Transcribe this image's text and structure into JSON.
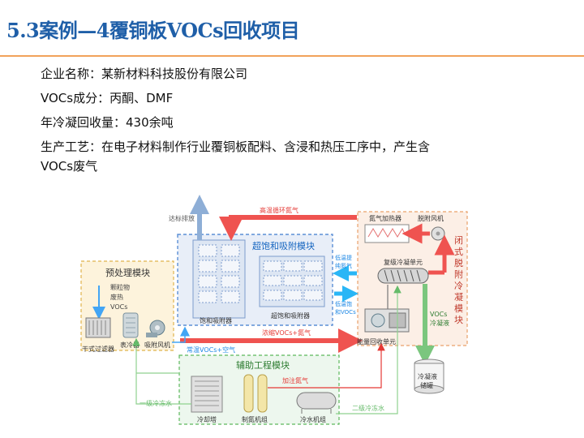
{
  "title": "5.3案例—4覆铜板VOCs回收项目",
  "info": {
    "company": "企业名称：某新材料科技股份有限公司",
    "components": "VOCs成分：丙酮、DMF",
    "recovery": "年冷凝回收量：430余吨",
    "process_1": "生产工艺：在电子材料制作行业覆铜板配料、含浸和热压工序中，产生含",
    "process_2": "VOCs废气"
  },
  "diagram": {
    "pretreat_title": "预处理模块",
    "pretreat_input_1": "颗粒物",
    "pretreat_input_2": "废热",
    "pretreat_input_3": "VOCs",
    "dry_filter": "干式过滤器",
    "cooler": "表冷器",
    "blower": "吸附风机",
    "adsorb_title": "超饱和吸附模块",
    "sat_adsorber": "饱和吸附器",
    "super_adsorber": "超饱和吸附器",
    "vent": "达标排放",
    "hot_n2": "高温循环氮气",
    "low_temp_n2_1": "低温提",
    "low_temp_n2_2": "纯氮气",
    "low_temp_vocs_1": "低温饱",
    "low_temp_vocs_2": "和VOCs",
    "conc_stream": "浓缩VOCs+氮气",
    "normal_stream": "常温VOCs+空气",
    "cond_title_chars": [
      "闭",
      "式",
      "脱",
      "附",
      "冷",
      "凝",
      "模",
      "块"
    ],
    "n2_heater": "氮气加热器",
    "desorb_fan": "脱附风机",
    "multi_condenser": "复级冷凝单元",
    "energy_recovery": "能量回收单元",
    "vocs_liquid_1": "VOCs",
    "vocs_liquid_2": "冷凝液",
    "tank_1": "冷凝液",
    "tank_2": "储罐",
    "aux_title": "辅助工程模块",
    "n2_fill": "加注氮气",
    "chill1": "一级冷冻水",
    "chill2": "二级冷冻水",
    "cooling_tower": "冷却塔",
    "n2_unit": "制氮机组",
    "chiller_unit": "冷水机组"
  }
}
